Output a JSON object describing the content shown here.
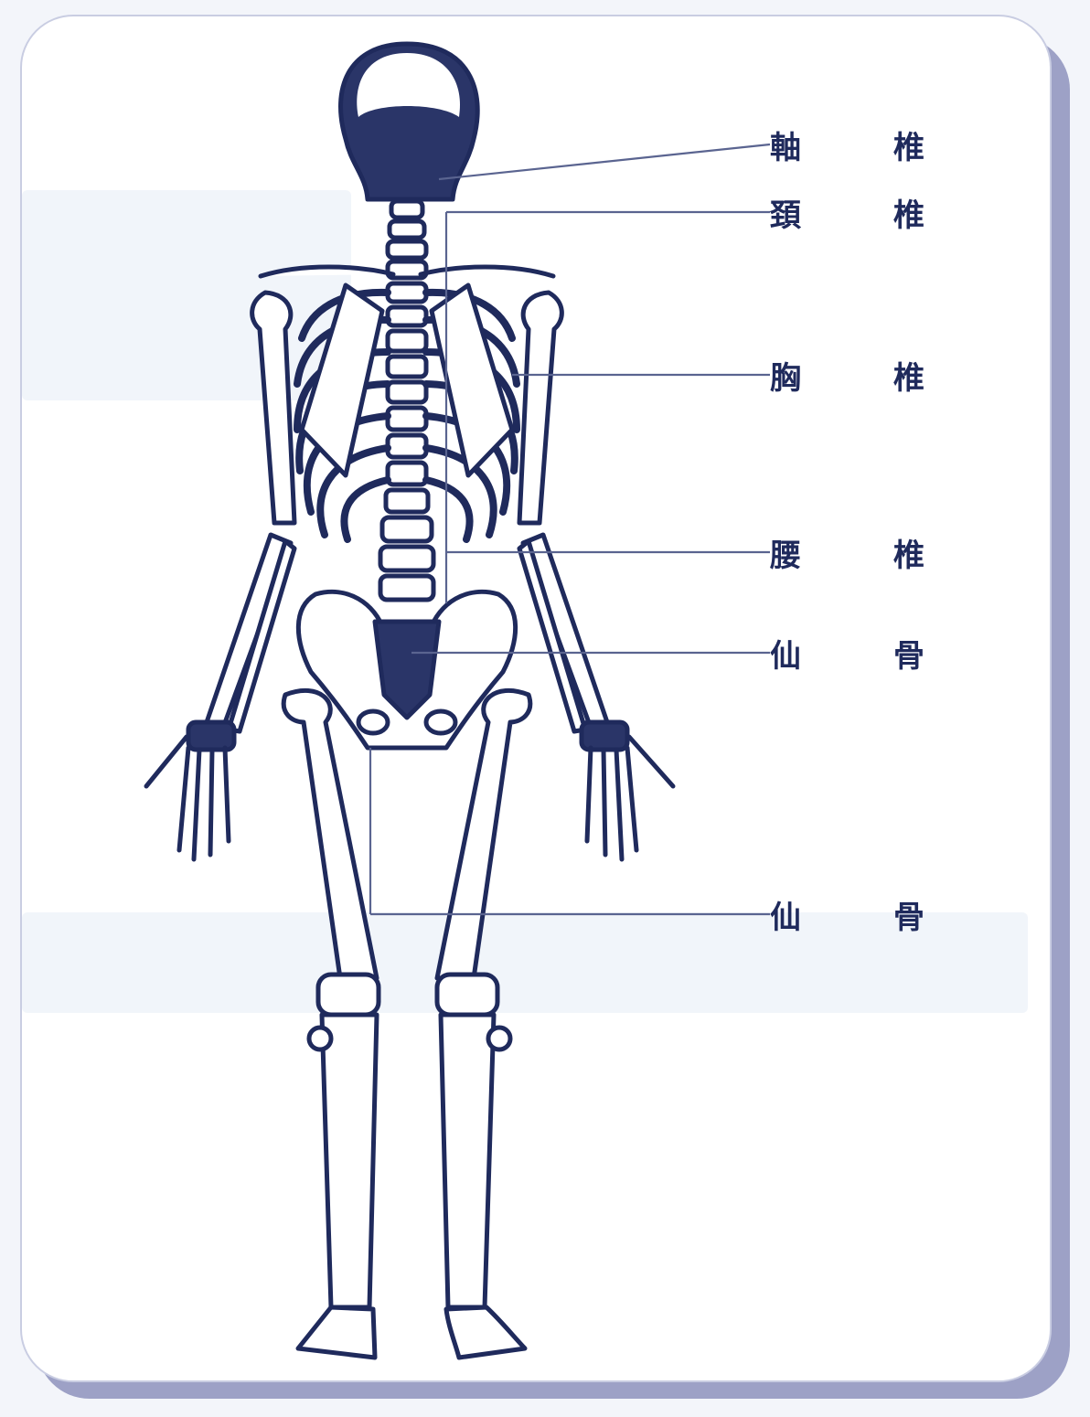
{
  "labels": [
    {
      "c1": "軸",
      "c2": "椎"
    },
    {
      "c1": "頚",
      "c2": "椎"
    },
    {
      "c1": "胸",
      "c2": "椎"
    },
    {
      "c1": "腰",
      "c2": "椎"
    },
    {
      "c1": "仙",
      "c2": "骨"
    },
    {
      "c1": "仙",
      "c2": "骨"
    }
  ],
  "colors": {
    "ink": "#1f2a5c",
    "bone": "#ffffff",
    "card_shadow": "#9da1c6"
  }
}
